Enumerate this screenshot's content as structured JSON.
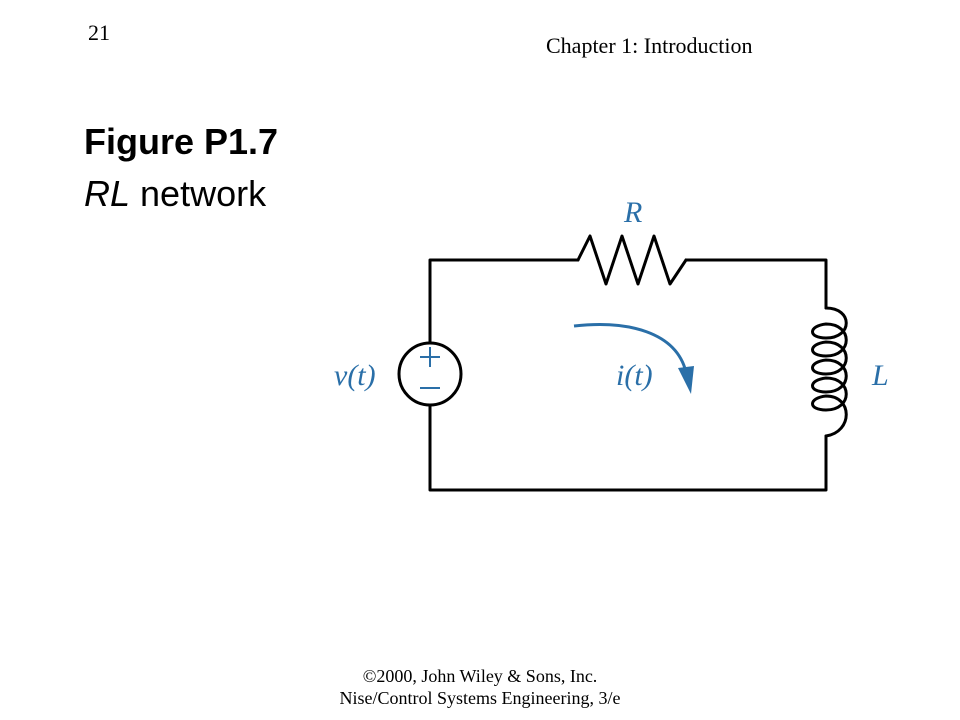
{
  "header": {
    "page_number": "21",
    "chapter": "Chapter 1: Introduction"
  },
  "figure": {
    "title": "Figure P1.7",
    "subtitle_italic": "RL",
    "subtitle_rest": " network"
  },
  "circuit": {
    "resistor_label": "R",
    "inductor_label": "L",
    "source_label": "v(t)",
    "current_label": "i(t)",
    "source_plus": "+",
    "source_minus": "−",
    "wire_color": "#000000",
    "accent_color": "#2a6fa8"
  },
  "footer": {
    "line1": "©2000, John Wiley & Sons, Inc.",
    "line2": "Nise/Control Systems Engineering, 3/e"
  }
}
